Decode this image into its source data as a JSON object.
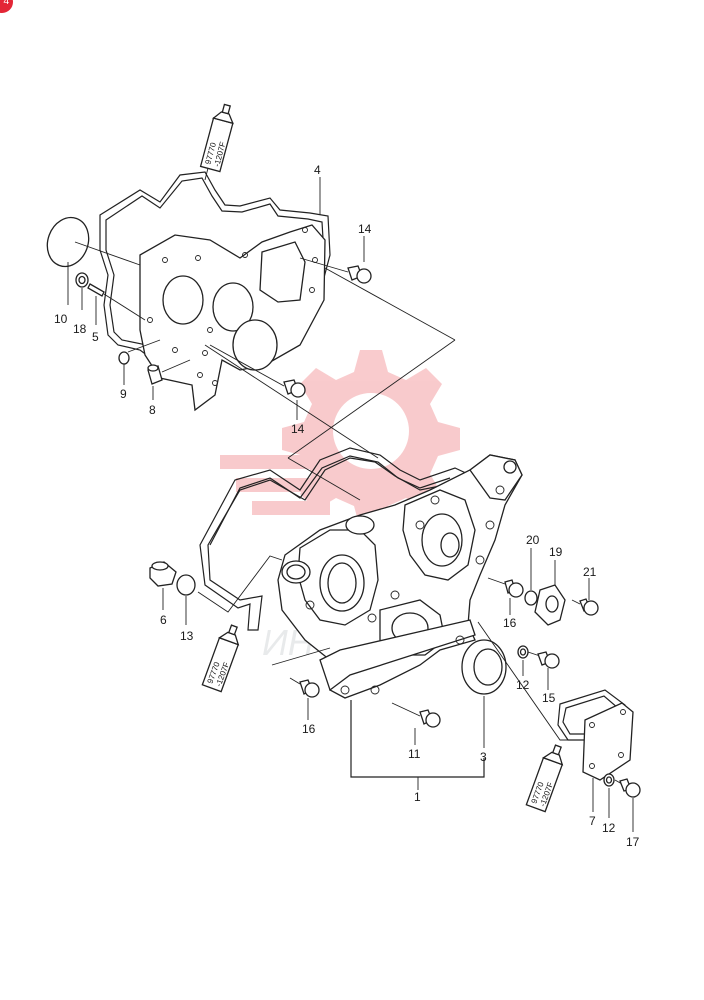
{
  "badge": "4",
  "sealant_tube": {
    "label": "97770\n-1207F",
    "line1": "97770",
    "line2": "-1207F"
  },
  "callouts": {
    "c1": "1",
    "c3": "3",
    "c4": "4",
    "c5": "5",
    "c6": "6",
    "c7": "7",
    "c8": "8",
    "c9": "9",
    "c10": "10",
    "c11": "11",
    "c12a": "12",
    "c12b": "12",
    "c13": "13",
    "c14a": "14",
    "c14b": "14",
    "c15": "15",
    "c16a": "16",
    "c16b": "16",
    "c17": "17",
    "c18": "18",
    "c19": "19",
    "c20": "20",
    "c21": "21"
  },
  "colors": {
    "line": "#222222",
    "watermark": "#e8454a",
    "badge": "#e32636"
  }
}
